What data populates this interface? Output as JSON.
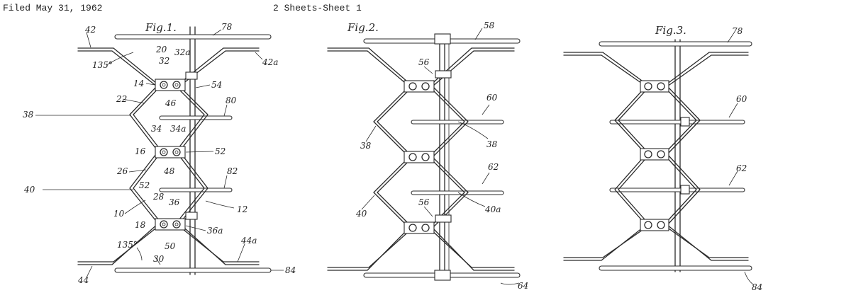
{
  "header": {
    "filed": "Filed May 31, 1962",
    "sheet": "2 Sheets-Sheet 1"
  },
  "figures": [
    {
      "title": "Fig.1.",
      "labels": {
        "l42": "42",
        "l78": "78",
        "l42a": "42a",
        "l135a": "135°",
        "l20": "20",
        "l32": "32",
        "l32a": "32a",
        "l14": "14",
        "l54": "54",
        "l46": "46",
        "l22": "22",
        "l80": "80",
        "l38": "38",
        "l34": "34",
        "l34a": "34a",
        "l16": "16",
        "l52a": "52",
        "l48": "48",
        "l26": "26",
        "l82": "82",
        "l40": "40",
        "l52b": "52",
        "l28": "28",
        "l36": "36",
        "l10": "10",
        "l12": "12",
        "l18": "18",
        "l36a": "36a",
        "l135b": "135°",
        "l50": "50",
        "l30": "30",
        "l44a": "44a",
        "l44": "44",
        "l84": "84"
      }
    },
    {
      "title": "Fig.2.",
      "labels": {
        "l58": "58",
        "l56a": "56",
        "l60": "60",
        "l38a": "38",
        "l38b": "38",
        "l62": "62",
        "l40": "40",
        "l40a": "40a",
        "l56b": "56",
        "l64": "64"
      }
    },
    {
      "title": "Fig.3.",
      "labels": {
        "l78": "78",
        "l60": "60",
        "l62": "62",
        "l84": "84"
      }
    }
  ]
}
